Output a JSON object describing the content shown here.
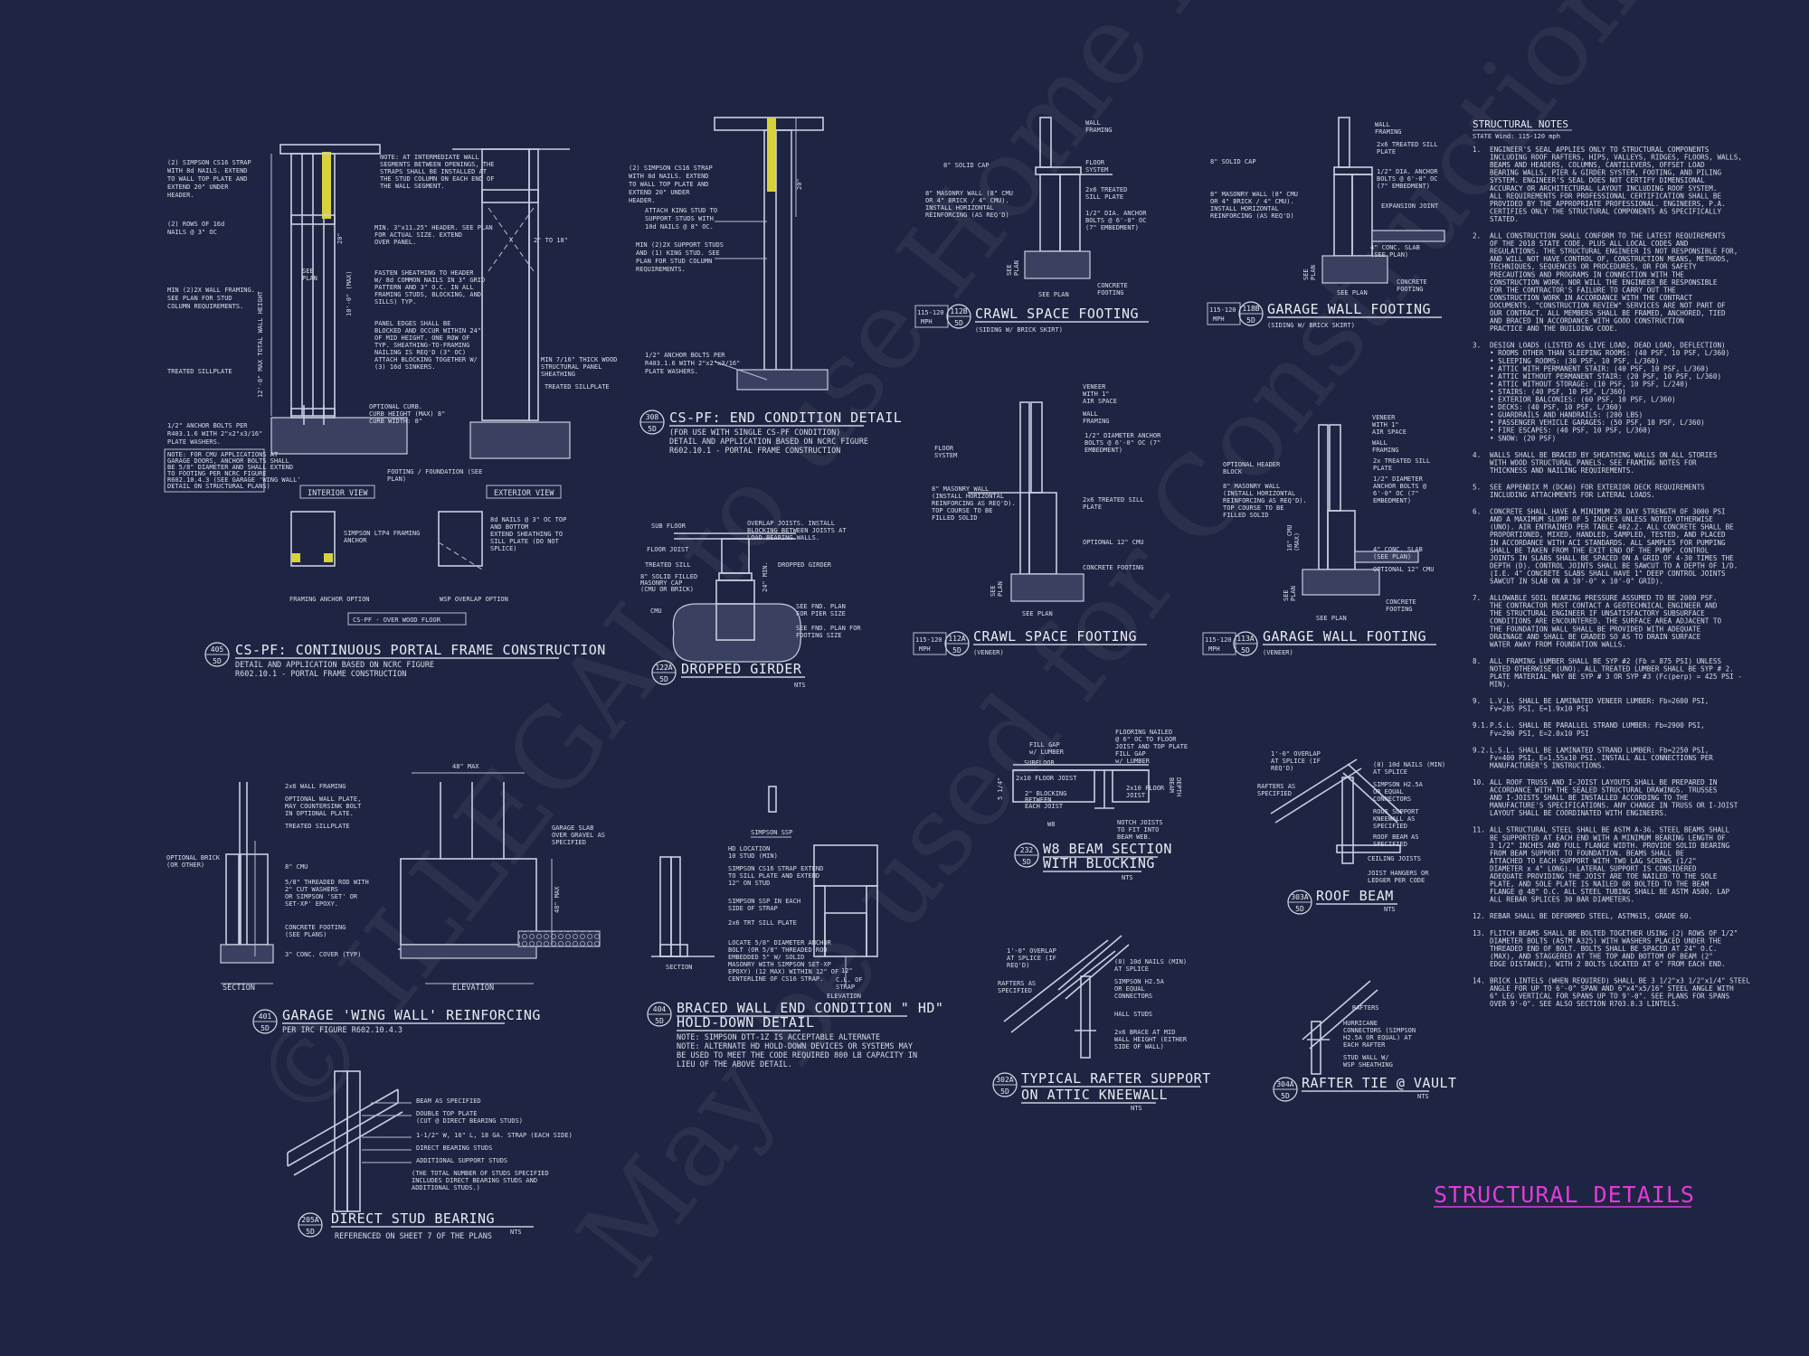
{
  "sheet": {
    "title": "STRUCTURAL DETAILS",
    "title_color": "#e23ad9",
    "background": "#1e2542",
    "watermark": [
      "© ILLEGAL to use Home Floor Plans .com",
      "May be used for Construction Estimating"
    ]
  },
  "notes": {
    "title": "STRUCTURAL NOTES",
    "subtitle": "STATE Wind: 115-120 mph",
    "items": [
      [
        "1.",
        "ENGINEER'S SEAL APPLIES ONLY TO STRUCTURAL COMPONENTS",
        "INCLUDING ROOF RAFTERS, HIPS, VALLEYS, RIDGES, FLOORS, WALLS,",
        "BEAMS AND HEADERS, COLUMNS, CANTILEVERS, OFFSET LOAD",
        "BEARING WALLS, PIER & GIRDER SYSTEM, FOOTING, AND PILING",
        "SYSTEM. ENGINEER'S SEAL DOES NOT CERTIFY DIMENSIONAL",
        "ACCURACY OR ARCHITECTURAL LAYOUT INCLUDING ROOF SYSTEM.",
        "ALL REQUIREMENTS FOR PROFESSIONAL CERTIFICATION SHALL BE",
        "PROVIDED BY THE APPROPRIATE PROFESSIONAL. ENGINEERS, P.A.",
        "CERTIFIES ONLY THE STRUCTURAL COMPONENTS AS SPECIFICALLY",
        "STATED."
      ],
      [
        "2.",
        "ALL CONSTRUCTION SHALL CONFORM TO THE LATEST REQUIREMENTS",
        "OF THE 2018 STATE CODE, PLUS ALL LOCAL CODES AND",
        "REGULATIONS. THE STRUCTURAL ENGINEER IS NOT RESPONSIBLE FOR,",
        "AND WILL NOT HAVE CONTROL OF, CONSTRUCTION MEANS, METHODS,",
        "TECHNIQUES, SEQUENCES OR PROCEDURES, OR FOR SAFETY",
        "PRECAUTIONS AND PROGRAMS IN CONNECTION WITH THE",
        "CONSTRUCTION WORK, NOR WILL THE ENGINEER BE RESPONSIBLE",
        "FOR THE CONTRACTOR'S FAILURE TO CARRY OUT THE",
        "CONSTRUCTION WORK IN ACCORDANCE WITH THE CONTRACT",
        "DOCUMENTS. \"CONSTRUCTION REVIEW\" SERVICES ARE NOT PART OF",
        "OUR CONTRACT. ALL MEMBERS SHALL BE FRAMED, ANCHORED, TIED",
        "AND BRACED IN ACCORDANCE WITH GOOD CONSTRUCTION",
        "PRACTICE AND THE BUILDING CODE."
      ],
      [
        "3.",
        "DESIGN LOADS (LISTED AS LIVE LOAD, DEAD LOAD, DEFLECTION)",
        "• ROOMS OTHER THAN SLEEPING ROOMS: (40 PSF, 10 PSF, L/360)",
        "• SLEEPING ROOMS: (30 PSF, 10 PSF, L/360)",
        "• ATTIC WITH PERMANENT STAIR: (40 PSF, 10 PSF, L/360)",
        "• ATTIC WITHOUT PERMANENT STAIR: (20 PSF, 10 PSF, L/360)",
        "• ATTIC WITHOUT STORAGE: (10 PSF, 10 PSF, L/240)",
        "• STAIRS: (40 PSF, 10 PSF, L/360)",
        "• EXTERIOR BALCONIES: (60 PSF, 10 PSF, L/360)",
        "• DECKS: (40 PSF, 10 PSF, L/360)",
        "• GUARDRAILS AND HANDRAILS: (200 LBS)",
        "• PASSENGER VEHICLE GARAGES: (50 PSF, 10 PSF, L/360)",
        "• FIRE ESCAPES: (40 PSF, 10 PSF, L/360)",
        "• SNOW: (20 PSF)"
      ],
      [
        "4.",
        "WALLS SHALL BE BRACED BY SHEATHING WALLS ON ALL STORIES",
        "WITH WOOD STRUCTURAL PANELS. SEE FRAMING NOTES FOR",
        "THICKNESS AND NAILING REQUIREMENTS."
      ],
      [
        "5.",
        "SEE APPENDIX M (DCA6) FOR EXTERIOR DECK REQUIREMENTS",
        "INCLUDING ATTACHMENTS FOR LATERAL LOADS."
      ],
      [
        "6.",
        "CONCRETE SHALL HAVE A MINIMUM 28 DAY STRENGTH OF 3000 PSI",
        "AND A MAXIMUM SLUMP OF 5 INCHES UNLESS NOTED OTHERWISE",
        "(UNO). AIR ENTRAINED PER TABLE 402.2. ALL CONCRETE SHALL BE",
        "PROPORTIONED, MIXED, HANDLED, SAMPLED, TESTED, AND PLACED",
        "IN ACCORDANCE WITH ACI STANDARDS. ALL SAMPLES FOR PUMPING",
        "SHALL BE TAKEN FROM THE EXIT END OF THE PUMP. CONTROL",
        "JOINTS IN SLABS SHALL BE SPACED ON A GRID OF 4-30 TIMES THE",
        "DEPTH (D). CONTROL JOINTS SHALL BE SAWCUT TO A DEPTH OF 1/D.",
        "(I.E. 4\" CONCRETE SLABS SHALL HAVE 1\" DEEP CONTROL JOINTS",
        "SAWCUT IN SLAB ON A 10'-0\" x 10'-0\" GRID)."
      ],
      [
        "7.",
        "ALLOWABLE SOIL BEARING PRESSURE ASSUMED TO BE 2000 PSF.",
        "THE CONTRACTOR MUST CONTACT A GEOTECHNICAL ENGINEER AND",
        "THE STRUCTURAL ENGINEER IF UNSATISFACTORY SUBSURFACE",
        "CONDITIONS ARE ENCOUNTERED. THE SURFACE AREA ADJACENT TO",
        "THE FOUNDATION WALL SHALL BE PROVIDED WITH ADEQUATE",
        "DRAINAGE AND SHALL BE GRADED SO AS TO DRAIN SURFACE",
        "WATER AWAY FROM FOUNDATION WALLS."
      ],
      [
        "8.",
        "ALL FRAMING LUMBER SHALL BE SYP #2 (Fb = 875 PSI) UNLESS",
        "NOTED OTHERWISE (UNO). ALL TREATED LUMBER SHALL BE SYP # 2.",
        "PLATE MATERIAL MAY BE SYP # 3 OR SYP #3 (Fc(perp) = 425 PSI -",
        "MIN)."
      ],
      [
        "9.",
        "L.V.L. SHALL BE LAMINATED VENEER LUMBER: Fb=2600 PSI,",
        "Fv=285 PSI, E=1.9x10 PSI"
      ],
      [
        "9.1.",
        "P.S.L. SHALL BE PARALLEL STRAND LUMBER: Fb=2900 PSI,",
        "Fv=290 PSI, E=2.0x10 PSI"
      ],
      [
        "9.2.",
        "L.S.L. SHALL BE LAMINATED STRAND LUMBER: Fb=2250 PSI,",
        "Fv=400 PSI, E=1.55x10 PSI. INSTALL ALL CONNECTIONS PER",
        "MANUFACTURER'S INSTRUCTIONS."
      ],
      [
        "10.",
        "ALL ROOF TRUSS AND I-JOIST LAYOUTS SHALL BE PREPARED IN",
        "ACCORDANCE WITH THE SEALED STRUCTURAL DRAWINGS. TRUSSES",
        "AND I-JOISTS SHALL BE INSTALLED ACCORDING TO THE",
        "MANUFACTURE'S SPECIFICATIONS. ANY CHANGE IN TRUSS OR I-JOIST",
        "LAYOUT SHALL BE COORDINATED WITH ENGINEERS."
      ],
      [
        "11.",
        "ALL STRUCTURAL STEEL SHALL BE ASTM A-36. STEEL BEAMS SHALL",
        "BE SUPPORTED AT EACH END WITH A MINIMUM BEARING LENGTH OF",
        "3 1/2\" INCHES AND FULL FLANGE WIDTH. PROVIDE SOLID BEARING",
        "FROM BEAM SUPPORT TO FOUNDATION. BEAMS SHALL BE",
        "ATTACHED TO EACH SUPPORT WITH TWO LAG SCREWS (1/2\"",
        "DIAMETER x 4\" LONG). LATERAL SUPPORT IS CONSIDERED",
        "ADEQUATE PROVIDING THE JOIST ARE TOE NAILED TO THE SOLE",
        "PLATE, AND SOLE PLATE IS NAILED OR BOLTED TO THE BEAM",
        "FLANGE @ 48\" O.C. ALL STEEL TUBING SHALL BE ASTM A500. LAP",
        "ALL REBAR SPLICES 30 BAR DIAMETERS."
      ],
      [
        "12.",
        "REBAR SHALL BE DEFORMED STEEL, ASTM615, GRADE 60."
      ],
      [
        "13.",
        "FLITCH BEAMS SHALL BE BOLTED TOGETHER USING (2) ROWS OF 1/2\"",
        "DIAMETER BOLTS (ASTM A325) WITH WASHERS PLACED UNDER THE",
        "THREADED END OF BOLT. BOLTS SHALL BE SPACED AT 24\" O.C.",
        "(MAX), AND STAGGERED AT THE TOP AND BOTTOM OF BEAM (2\"",
        "EDGE DISTANCE), WITH 2 BOLTS LOCATED AT 6\" FROM EACH END."
      ],
      [
        "14.",
        "BRICK LINTELS (WHEN REQUIRED) SHALL BE 3 1/2\"x3 1/2\"x1/4\" STEEL",
        "ANGLE FOR UP TO 6'-0\" SPAN AND 6\"x4\"x5/16\" STEEL ANGLE WITH",
        "6\" LEG VERTICAL FOR SPANS UP TO 9'-0\". SEE PLANS FOR SPANS",
        "OVER 9'-0\". SEE ALSO SECTION R703.8.3 LINTELS."
      ]
    ]
  },
  "details": {
    "d405": {
      "bubble": "405",
      "sheet": "5D",
      "title": "CS-PF: CONTINUOUS PORTAL FRAME CONSTRUCTION",
      "sub1": "DETAIL AND APPLICATION BASED ON NCRC FIGURE",
      "sub2": "R602.10.1 - PORTAL FRAME CONSTRUCTION",
      "views": [
        "INTERIOR VIEW",
        "EXTERIOR VIEW"
      ],
      "options": [
        "FRAMING ANCHOR OPTION",
        "WSP OVERLAP OPTION"
      ],
      "floor_label": "CS-PF - OVER WOOD FLOOR",
      "labels": [
        "(2) SIMPSON CS16 STRAP",
        "WITH 8d NAILS. EXTEND",
        "TO WALL TOP PLATE AND",
        "EXTEND 20\" UNDER",
        "HEADER.",
        "(2) ROWS OF 16d",
        "NAILS @ 3\" OC",
        "MIN (2)2X WALL FRAMING.",
        "SEE PLAN FOR STUD",
        "COLUMN REQUIREMENTS.",
        "TREATED SILLPLATE",
        "1/2\" ANCHOR BOLTS PER",
        "R403.1.6 WITH 2\"x2\"x3/16\"",
        "PLATE WASHERS.",
        "NOTE: FOR CMU APPLICATIONS AT",
        "GARAGE DOORS, ANCHOR BOLTS SHALL",
        "BE 5/8\" DIAMETER AND SHALL EXTEND",
        "TO FOOTING PER NCRC FIGURE",
        "R602.10.4.3 (SEE GARAGE 'WING WALL'",
        "DETAIL ON STRUCTURAL PLANS)",
        "NOTE: AT INTERMEDIATE WALL",
        "SEGMENTS BETWEEN OPENINGS, THE",
        "STRAPS SHALL BE INSTALLED AT",
        "THE STUD COLUMN ON EACH END OF",
        "THE WALL SEGMENT.",
        "MIN. 3\"x11.25\" HEADER. SEE PLAN",
        "FOR ACTUAL SIZE. EXTEND",
        "OVER PANEL.",
        "FASTEN SHEATHING TO HEADER",
        "W/ 8d COMMON NAILS IN 3\" GRID",
        "PATTERN AND 3\" O.C. IN ALL",
        "FRAMING STUDS, BLOCKING, AND",
        "SILLS) TYP.",
        "PANEL EDGES SHALL BE",
        "BLOCKED AND OCCUR WITHIN 24\"",
        "OF MID HEIGHT. ONE ROW OF",
        "TYP. SHEATHING-TO-FRAMING",
        "NAILING IS REQ'D (3\" OC)",
        "ATTACH BLOCKING TOGETHER W/",
        "(3) 16d SINKERS.",
        "OPTIONAL CURB.",
        "CURB HEIGHT (MAX) 8\"",
        "CURB WIDTH: 8\"",
        "FOOTING / FOUNDATION (SEE",
        "PLAN)",
        "MIN 7/16\" THICK WOOD",
        "STRUCTURAL PANEL",
        "SHEATHING",
        "TREATED SILLPLATE",
        "SEE",
        "PLAN",
        "12'-0\" MAX TOTAL WALL HEIGHT",
        "10'-0\" (MAX)",
        "20\"",
        "2\" TO 18\"",
        "SIMPSON LTP4 FRAMING",
        "ANCHOR",
        "8d NAILS @ 3\" OC TOP",
        "AND BOTTOM",
        "EXTEND SHEATHING TO",
        "SILL PLATE (DO NOT",
        "SPLICE)"
      ]
    },
    "d308": {
      "bubble": "308",
      "sheet": "5D",
      "title": "CS-PF: END CONDITION DETAIL",
      "sub1": "(FOR USE WITH SINGLE CS-PF CONDITION)",
      "sub2": "DETAIL AND APPLICATION BASED ON NCRC FIGURE",
      "sub3": "R602.10.1 - PORTAL FRAME CONSTRUCTION",
      "labels": [
        "(2) SIMPSON CS16 STRAP",
        "WITH 8d NAILS. EXTEND",
        "TO WALL TOP PLATE AND",
        "EXTEND 20\" UNDER",
        "HEADER.",
        "ATTACH KING STUD TO",
        "SUPPORT STUDS WITH",
        "10d NAILS @ 8\" OC.",
        "MIN (2)2X SUPPORT STUDS",
        "AND (1) KING STUD. SEE",
        "PLAN FOR STUD COLUMN",
        "REQUIREMENTS.",
        "1/2\" ANCHOR BOLTS PER",
        "R403.1.6 WITH 2\"x2\"x3/16\"",
        "PLATE WASHERS.",
        "20\""
      ]
    },
    "d112b": {
      "bubble_l": "115-120",
      "bubble_l2": "MPH",
      "bubble": "112B",
      "sheet": "5D",
      "title": "CRAWL SPACE FOOTING",
      "sub": "(SIDING W/ BRICK SKIRT)",
      "labels": [
        "WALL",
        "FRAMING",
        "8\" SOLID CAP",
        "FLOOR",
        "SYSTEM",
        "8\" MASONRY WALL (8\" CMU",
        "OR 4\" BRICK / 4\" CMU).",
        "INSTALL HORIZONTAL",
        "REINFORCING (AS REQ'D)",
        "2x6 TREATED",
        "SILL PLATE",
        "1/2\" DIA. ANCHOR",
        "BOLTS @ 6'-0\" OC",
        "(7\" EMBEDMENT)",
        "CONCRETE",
        "FOOTING",
        "SEE PLAN",
        "SEE",
        "PLAN"
      ]
    },
    "d118b": {
      "bubble_l": "115-120",
      "bubble_l2": "MPH",
      "bubble": "118B",
      "sheet": "5D",
      "title": "GARAGE WALL FOOTING",
      "sub": "(SIDING W/ BRICK SKIRT)",
      "labels": [
        "WALL",
        "FRAMING",
        "2x6 TREATED SILL",
        "PLATE",
        "8\" SOLID CAP",
        "8\" MASONRY WALL (8\" CMU",
        "OR 4\" BRICK / 4\" CMU).",
        "INSTALL HORIZONTAL",
        "REINFORCING (AS REQ'D)",
        "1/2\" DIA. ANCHOR",
        "BOLTS @ 6'-0\" OC",
        "(7\" EMBEDMENT)",
        "EXPANSION JOINT",
        "4\" CONC. SLAB",
        "(SEE PLAN)",
        "CONCRETE",
        "FOOTING",
        "SEE PLAN",
        "SEE",
        "PLAN"
      ]
    },
    "d122a": {
      "bubble": "122A",
      "sheet": "5D",
      "title": "DROPPED GIRDER",
      "nts": "NTS",
      "labels": [
        "SUB FLOOR",
        "FLOOR JOIST",
        "TREATED SILL",
        "8\" SOLID FILLED",
        "MASONRY CAP",
        "(CMU OR BRICK)",
        "CMU",
        "OVERLAP JOISTS. INSTALL",
        "BLOCKING BETWEEN JOISTS AT",
        "LOAD BEARING WALLS.",
        "DROPPED GIRDER",
        "SEE FND. PLAN",
        "FOR PIER SIZE",
        "SEE FND. PLAN FOR",
        "FOOTING SIZE",
        "24\" MIN."
      ]
    },
    "d112a": {
      "bubble_l": "115-120",
      "bubble_l2": "MPH",
      "bubble": "112A",
      "sheet": "5D",
      "title": "CRAWL SPACE FOOTING",
      "sub": "(VENEER)",
      "labels": [
        "VENEER",
        "WITH 1\"",
        "AIR SPACE",
        "WALL",
        "FRAMING",
        "1/2\" DIAMETER ANCHOR",
        "BOLTS @ 6'-0\" OC (7\"",
        "EMBEDMENT)",
        "FLOOR",
        "SYSTEM",
        "8\" MASONRY WALL",
        "(INSTALL HORIZONTAL",
        "REINFORCING AS REQ'D).",
        "TOP COURSE TO BE",
        "FILLED SOLID",
        "2x6 TREATED SILL",
        "PLATE",
        "OPTIONAL 12\" CMU",
        "CONCRETE FOOTING",
        "SEE PLAN",
        "SEE",
        "PLAN"
      ]
    },
    "d113a": {
      "bubble_l": "115-120",
      "bubble_l2": "MPH",
      "bubble": "113A",
      "sheet": "5D",
      "title": "GARAGE WALL FOOTING",
      "sub": "(VENEER)",
      "labels": [
        "VENEER",
        "WITH 1\"",
        "AIR SPACE",
        "WALL",
        "FRAMING",
        "2x TREATED SILL",
        "PLATE",
        "1/2\" DIAMETER",
        "ANCHOR BOLTS @",
        "6'-0\" OC (7\"",
        "EMBEDMENT)",
        "OPTIONAL HEADER",
        "BLOCK",
        "8\" MASONRY WALL",
        "(INSTALL HORIZONTAL",
        "REINFORCING AS REQ'D).",
        "TOP COURSE TO BE",
        "FILLED SOLID",
        "4\" CONC. SLAB",
        "(SEE PLAN)",
        "OPTIONAL 12\" CMU",
        "CONCRETE",
        "FOOTING",
        "SEE PLAN",
        "SEE",
        "PLAN",
        "16\" CMU",
        "(MAX)"
      ]
    },
    "d232": {
      "bubble": "232",
      "sheet": "5D",
      "title": "W8 BEAM SECTION",
      "title2": "WITH BLOCKING",
      "nts": "NTS",
      "labels": [
        "FILL GAP",
        "w/ LUMBER",
        "SUBFLOOR",
        "2x10 FLOOR JOIST",
        "2\" BLOCKING",
        "BETWEEN",
        "EACH JOIST",
        "W8",
        "FLOORING NAILED",
        "@ 6\" OC TO FLOOR",
        "JOIST AND TOP PLATE",
        "FILL GAP",
        "w/ LUMBER",
        "2x10 FLOOR",
        "JOIST",
        "BEAM",
        "DEPTH",
        "NOTCH JOISTS",
        "TO FIT INTO",
        "BEAM WEB.",
        "5 1/4\""
      ]
    },
    "d303a": {
      "bubble": "303A",
      "sheet": "5D",
      "title": "ROOF BEAM",
      "nts": "NTS",
      "labels": [
        "1'-0\" OVERLAP",
        "AT SPLICE (IF",
        "REQ'D)",
        "RAFTERS AS",
        "SPECIFIED",
        "(8) 10d NAILS (MIN)",
        "AT SPLICE",
        "SIMPSON H2.5A",
        "OR EQUAL",
        "CONNECTORS",
        "ROOF SUPPORT",
        "KNEEWALL AS",
        "SPECIFIED",
        "ROOF BEAM AS",
        "SPECIFIED",
        "CEILING JOISTS",
        "JOIST HANGERS OR",
        "LEDGER PER CODE"
      ]
    },
    "d401": {
      "bubble": "401",
      "sheet": "5D",
      "title": "GARAGE 'WING WALL' REINFORCING",
      "sub": "PER IRC FIGURE R602.10.4.3",
      "views": [
        "SECTION",
        "ELEVATION"
      ],
      "labels": [
        "2x6 WALL FRAMING",
        "OPTIONAL WALL PLATE,",
        "MAY COUNTERSINK BOLT",
        "IN OPTIONAL PLATE.",
        "TREATED SILLPLATE",
        "OPTIONAL BRICK",
        "(OR OTHER)",
        "8\" CMU",
        "5/8\" THREADED ROD WITH",
        "2\" CUT WASHERS",
        "OR SIMPSON 'SET' OR",
        "SET-XP' EPOXY.",
        "CONCRETE FOOTING",
        "(SEE PLANS)",
        "3\" CONC. COVER (TYP)",
        "48\" MAX",
        "GARAGE SLAB",
        "OVER GRAVEL AS",
        "SPECIFIED",
        "48\" MAX"
      ]
    },
    "d404": {
      "bubble": "404",
      "sheet": "5D",
      "title": "BRACED WALL END CONDITION \" HD\"",
      "title2": "HOLD-DOWN DETAIL",
      "sub": [
        "NOTE: SIMPSON DTT-1Z IS ACCEPTABLE ALTERNATE",
        "NOTE: ALTERNATE HD HOLD-DOWN DEVICES OR SYSTEMS MAY",
        "BE USED TO MEET THE CODE REQUIRED 800 LB CAPACITY IN",
        "LIEU OF THE ABOVE DETAIL."
      ],
      "views": [
        "SECTION",
        "ELEVATION"
      ],
      "labels": [
        "SIMPSON SSP",
        "HD LOCATION",
        "10 STUD (MIN)",
        "SIMPSON CS16 STRAP EXTEND",
        "TO SILL PLATE AND EXTEND",
        "12\" ON STUD",
        "SIMPSON SSP IN EACH",
        "SIDE OF STRAP",
        "2x6 TRT SILL PLATE",
        "LOCATE 5/8\" DIAMETER ANCHOR",
        "BOLT (OR 5/8\" THREADED ROD",
        "EMBEDDED 5\" W/ SOLID",
        "MASONRY WITH SIMPSON SET-XP",
        "EPOXY) (12 MAX) WITHIN 12\" OF",
        "CENTERLINE OF CS16 STRAP.",
        "12\"",
        "C.L. OF",
        "STRAP"
      ]
    },
    "d302a": {
      "bubble": "302A",
      "sheet": "5D",
      "title": "TYPICAL RAFTER SUPPORT",
      "title2": "ON ATTIC KNEEWALL",
      "nts": "NTS",
      "labels": [
        "1'-0\" OVERLAP",
        "AT SPLICE (IF",
        "REQ'D)",
        "RAFTERS AS",
        "SPECIFIED",
        "(8) 10d NAILS (MIN)",
        "AT SPLICE",
        "SIMPSON H2.5A",
        "OR EQUAL",
        "CONNECTORS",
        "HALL STUDS",
        "2x6 BRACE AT MID",
        "WALL HEIGHT (EITHER",
        "SIDE OF WALL)"
      ]
    },
    "d304a": {
      "bubble": "304A",
      "sheet": "5D",
      "title": "RAFTER TIE @ VAULT",
      "nts": "NTS",
      "labels": [
        "RAFTERS",
        "HURRICANE",
        "CONNECTORS (SIMPSON",
        "H2.5A OR EQUAL) AT",
        "EACH RAFTER",
        "STUD WALL W/",
        "WSP SHEATHING"
      ]
    },
    "d205a": {
      "bubble": "205A",
      "sheet": "5D",
      "title": "DIRECT STUD BEARING",
      "nts": "NTS",
      "sub": "REFERENCED ON SHEET 7 OF THE PLANS",
      "labels": [
        "BEAM AS SPECIFIED",
        "DOUBLE TOP PLATE",
        "(CUT @ DIRECT BEARING STUDS)",
        "1-1/2\" W, 16\" L, 18 GA. STRAP (EACH SIDE)",
        "DIRECT BEARING STUDS",
        "ADDITIONAL SUPPORT STUDS",
        "(THE TOTAL NUMBER OF STUDS SPECIFIED",
        "INCLUDES DIRECT BEARING STUDS AND",
        "ADDITIONAL STUDS.)"
      ]
    }
  }
}
